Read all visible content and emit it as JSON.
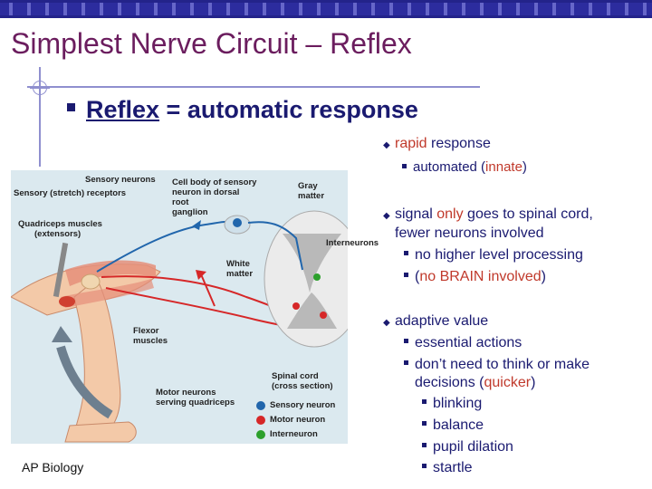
{
  "title": "Simplest Nerve Circuit – Reflex",
  "main_point": {
    "term": "Reflex",
    "rest": " = automatic response"
  },
  "bullets": {
    "b1": {
      "highlight": "rapid",
      "rest": " response"
    },
    "b1_sub": {
      "pre": "automated (",
      "highlight": "innate",
      "post": ")"
    },
    "b2": {
      "pre": "signal ",
      "highlight": "only",
      "post": " goes to spinal cord,",
      "line2": "fewer neurons involved"
    },
    "b2_sub1": "no higher level processing",
    "b2_sub2": {
      "pre": "(",
      "highlight": "no BRAIN involved",
      "post": ")"
    },
    "b3": "adaptive value",
    "b3_sub1": "essential actions",
    "b3_sub2": {
      "line1": "don’t need to think or make",
      "pre": "decisions (",
      "highlight": "quicker",
      "post": ")"
    },
    "b3_sub3": [
      "blinking",
      "balance",
      "pupil dilation",
      "startle"
    ]
  },
  "figure_labels": {
    "sensory_neurons": "Sensory neurons",
    "stretch_receptors": "Sensory (stretch) receptors",
    "cell_body_1": "Cell body of sensory",
    "cell_body_2": "neuron in dorsal",
    "cell_body_3": "root",
    "cell_body_4": "ganglion",
    "gray_matter_1": "Gray",
    "gray_matter_2": "matter",
    "quadriceps_1": "Quadriceps muscles",
    "quadriceps_2": "(extensors)",
    "interneurons": "Interneurons",
    "white_matter_1": "White",
    "white_matter_2": "matter",
    "flexor_1": "Flexor",
    "flexor_2": "muscles",
    "spinal_1": "Spinal cord",
    "spinal_2": "(cross section)",
    "motor_1": "Motor neurons",
    "motor_2": "serving quadriceps",
    "legend_sensory": "Sensory neuron",
    "legend_motor": "Motor neuron",
    "legend_inter": "Interneuron"
  },
  "colors": {
    "title": "#6b1d5e",
    "text": "#1a1a70",
    "highlight": "#c0392b",
    "sensory": "#2166ac",
    "motor": "#d62728",
    "inter": "#2ca02c"
  },
  "footer": "AP Biology"
}
